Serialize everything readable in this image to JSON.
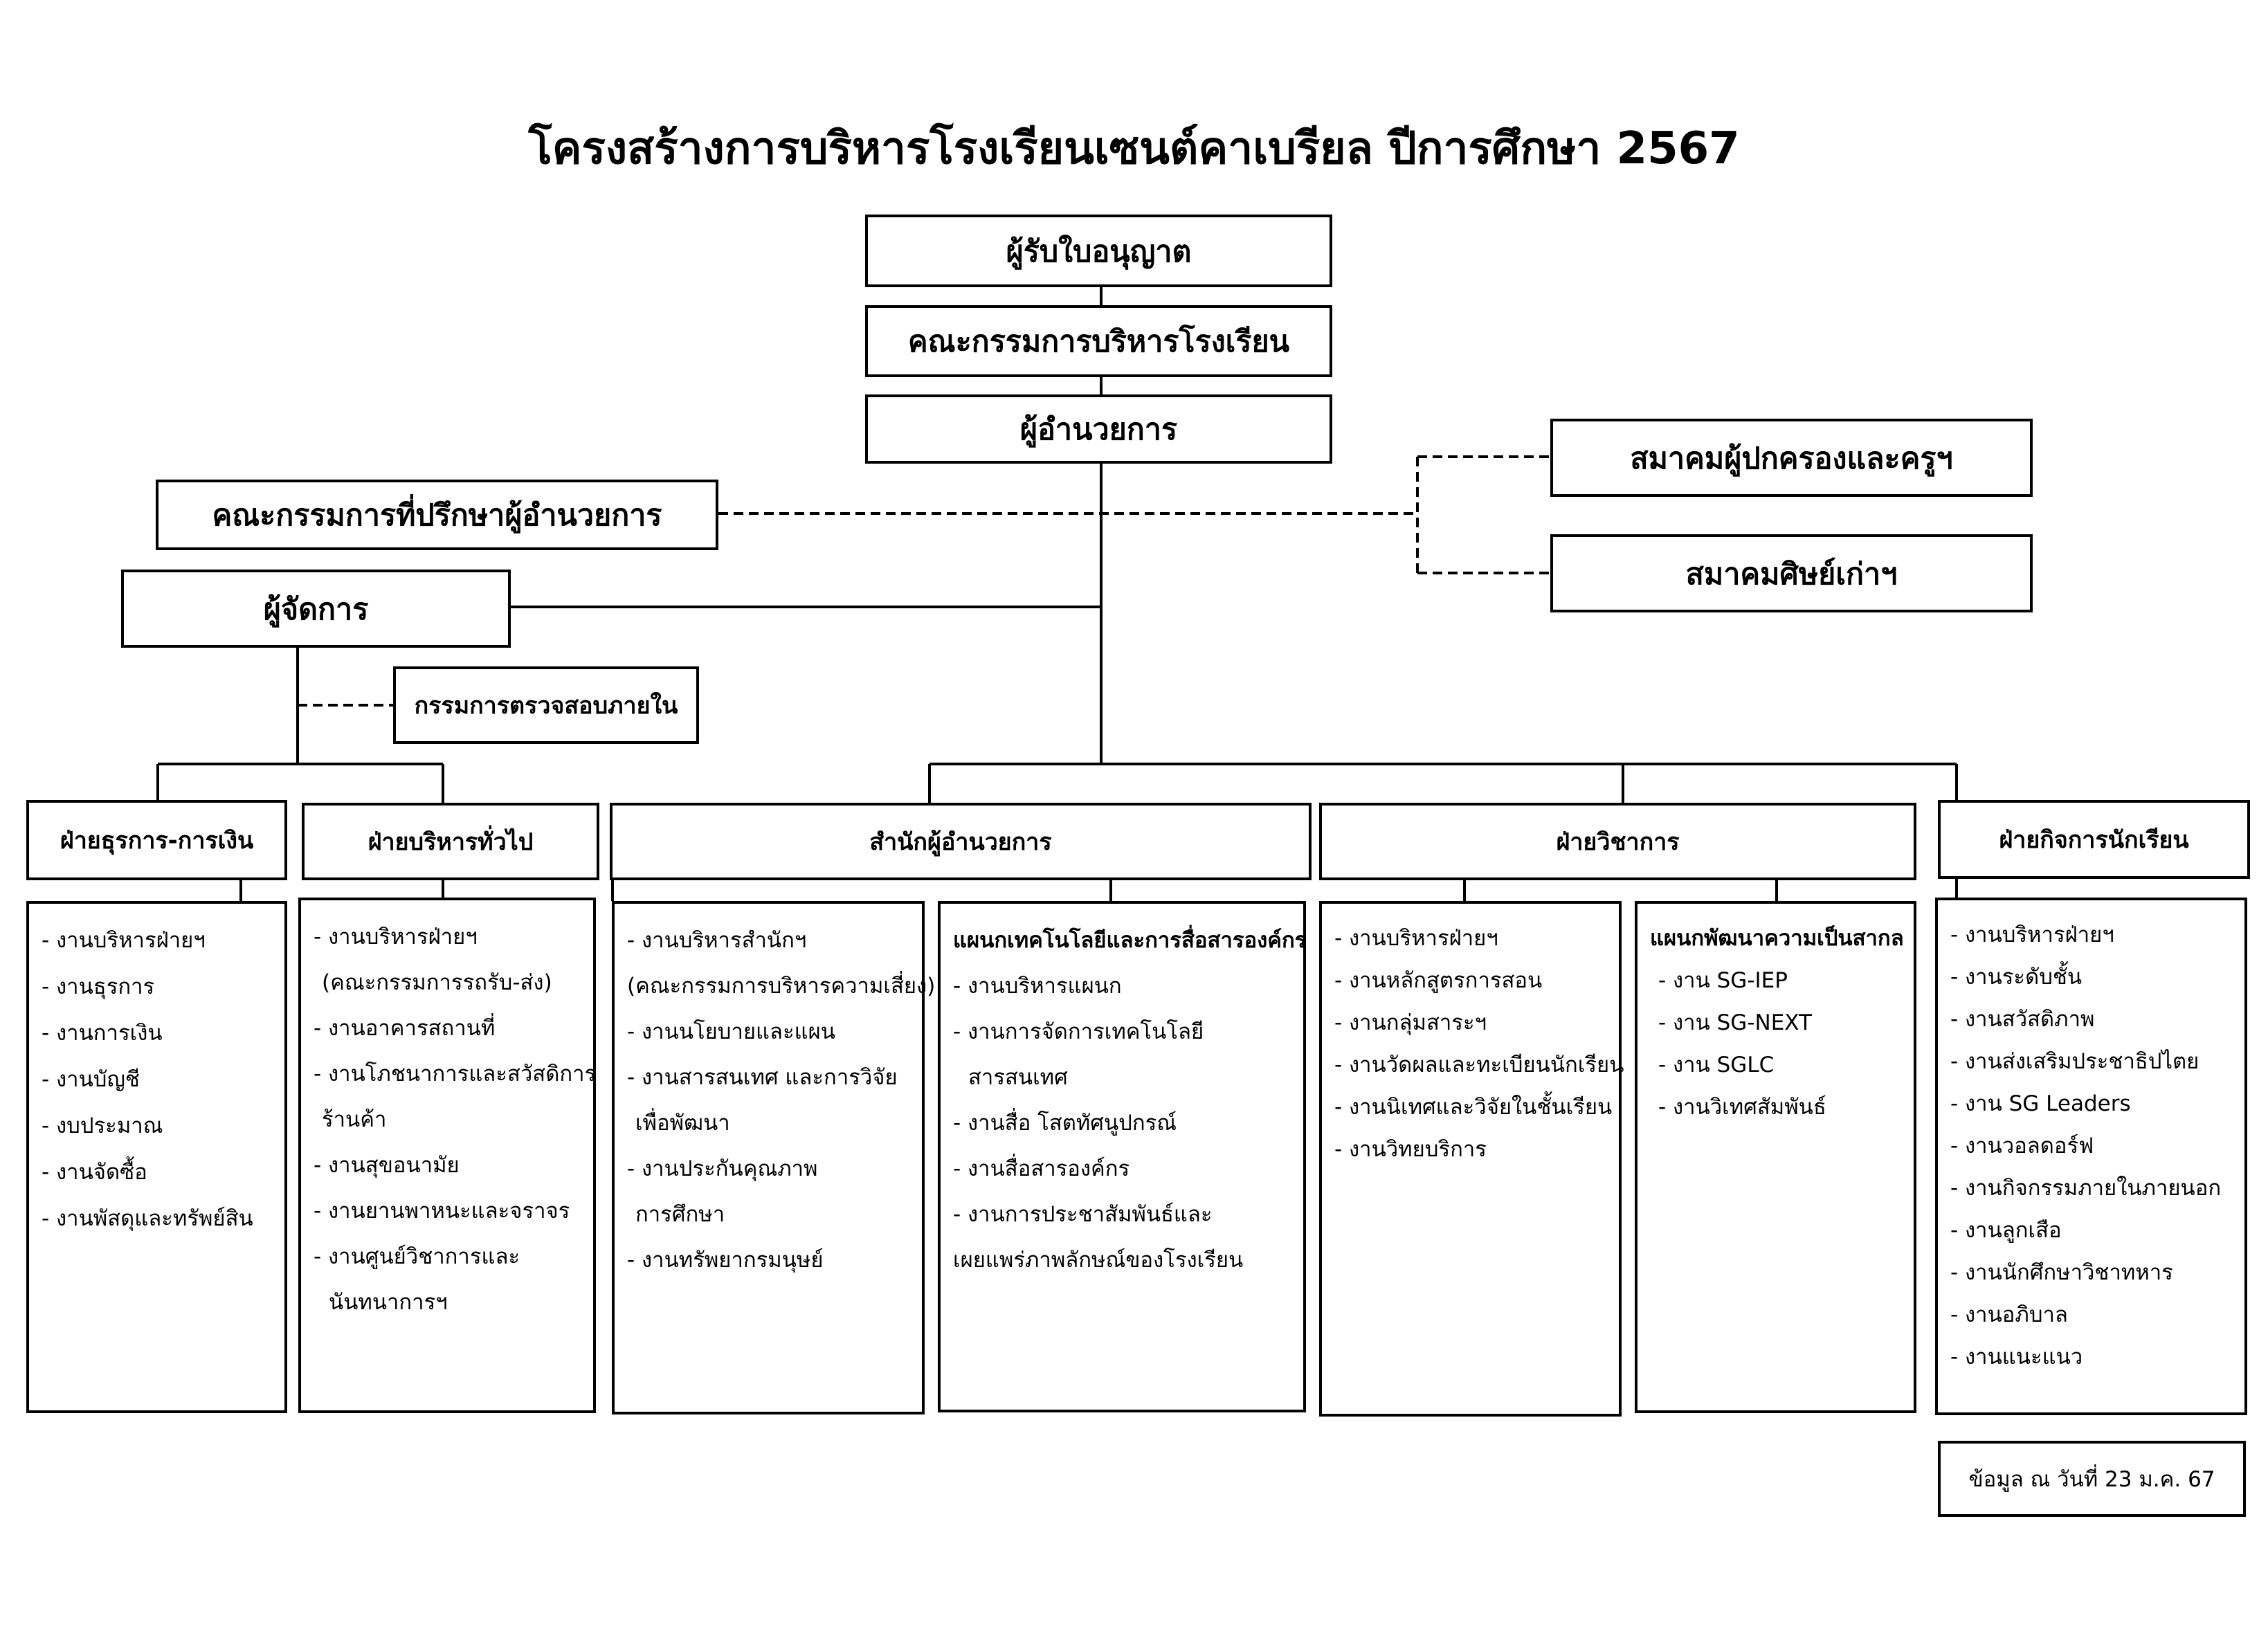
{
  "title": "โครงสร้างการบริหารโรงเรียนเซนต์คาเบรียล ปีการศึกษา 2567",
  "top_chain": {
    "licensee": "ผู้รับใบอนุญาต",
    "board": "คณะกรรมการบริหารโรงเรียน",
    "director": "ผู้อำนวยการ"
  },
  "advisory_committee": "คณะกรรมการที่ปรึกษาผู้อำนวยการ",
  "associations": {
    "parents_teachers": "สมาคมผู้ปกครองและครูฯ",
    "alumni": "สมาคมศิษย์เก่าฯ"
  },
  "manager": "ผู้จัดการ",
  "internal_audit": "กรรมการตรวจสอบภายใน",
  "divisions": {
    "business_finance": {
      "label": "ฝ่ายธุรการ-การเงิน",
      "items": [
        "- งานบริหารฝ่ายฯ",
        "- งานธุรการ",
        "- งานการเงิน",
        "- งานบัญชี",
        "- งบประมาณ",
        "- งานจัดซื้อ",
        "- งานพัสดุและทรัพย์สิน"
      ]
    },
    "general_admin": {
      "label": "ฝ่ายบริหารทั่วไป",
      "items": [
        "- งานบริหารฝ่ายฯ",
        "(คณะกรรมการรถรับ-ส่ง)",
        "- งานอาคารสถานที่",
        "- งานโภชนาการและสวัสดิการ",
        "ร้านค้า",
        "- งานสุขอนามัย",
        "- งานยานพาหนะและจราจร",
        "- งานศูนย์วิชาการและ",
        "นันทนาการฯ"
      ]
    },
    "director_office": {
      "label": "สำนักผู้อำนวยการ",
      "left_items": [
        "- งานบริหารสำนักฯ",
        "(คณะกรรมการบริหารความเสี่ยง)",
        "- งานนโยบายและแผน",
        "- งานสารสนเทศ และการวิจัย",
        "เพื่อพัฒนา",
        "- งานประกันคุณภาพ",
        "การศึกษา",
        "- งานทรัพยากรมนุษย์"
      ],
      "right_head": "แผนกเทคโนโลยีและการสื่อสารองค์กร",
      "right_items": [
        "- งานบริหารแผนก",
        "- งานการจัดการเทคโนโลยี",
        "สารสนเทศ",
        "- งานสื่อ  โสตทัศนูปกรณ์",
        "- งานสื่อสารองค์กร",
        "- งานการประชาสัมพันธ์และ",
        "เผยแพร่ภาพลักษณ์ของโรงเรียน"
      ]
    },
    "academic": {
      "label": "ฝ่ายวิชาการ",
      "left_items": [
        "- งานบริหารฝ่ายฯ",
        "- งานหลักสูตรการสอน",
        "- งานกลุ่มสาระฯ",
        "- งานวัดผลและทะเบียนนักเรียน",
        "- งานนิเทศและวิจัยในชั้นเรียน",
        "- งานวิทยบริการ"
      ],
      "right_head": "แผนกพัฒนาความเป็นสากล",
      "right_items": [
        "- งาน SG-IEP",
        "- งาน SG-NEXT",
        "- งาน SGLC",
        "- งานวิเทศสัมพันธ์"
      ]
    },
    "student_affairs": {
      "label": "ฝ่ายกิจการนักเรียน",
      "items": [
        "- งานบริหารฝ่ายฯ",
        "- งานระดับชั้น",
        "- งานสวัสดิภาพ",
        "- งานส่งเสริมประชาธิปไตย",
        "- งาน SG Leaders",
        "- งานวอลดอร์ฟ",
        "- งานกิจกรรมภายในภายนอก",
        "- งานลูกเสือ",
        "- งานนักศึกษาวิชาทหาร",
        "- งานอภิบาล",
        "- งานแนะแนว"
      ]
    }
  },
  "footnote": "ข้อมูล ณ วันที่ 23 ม.ค. 67"
}
